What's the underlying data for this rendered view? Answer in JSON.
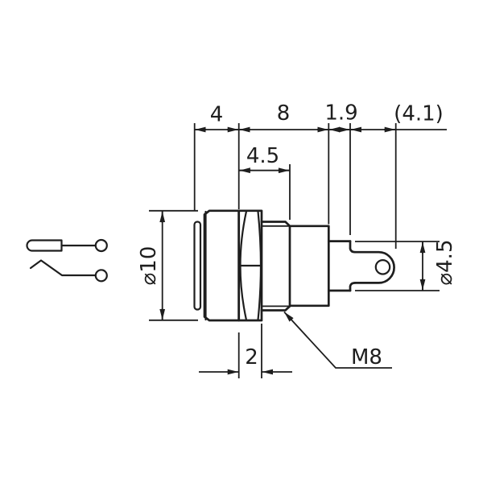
{
  "drawing": {
    "dimensions": {
      "cap_length": "4",
      "body_length": "8",
      "collar_length": "1.9",
      "terminal_length": "(4.1)",
      "thread_length": "4.5",
      "button_diameter": "⌀10",
      "terminal_boss_diameter": "⌀4.5",
      "hex_thickness": "2",
      "thread_spec": "M8"
    },
    "colors": {
      "line": "#1e1e1e",
      "background": "#ffffff"
    }
  }
}
